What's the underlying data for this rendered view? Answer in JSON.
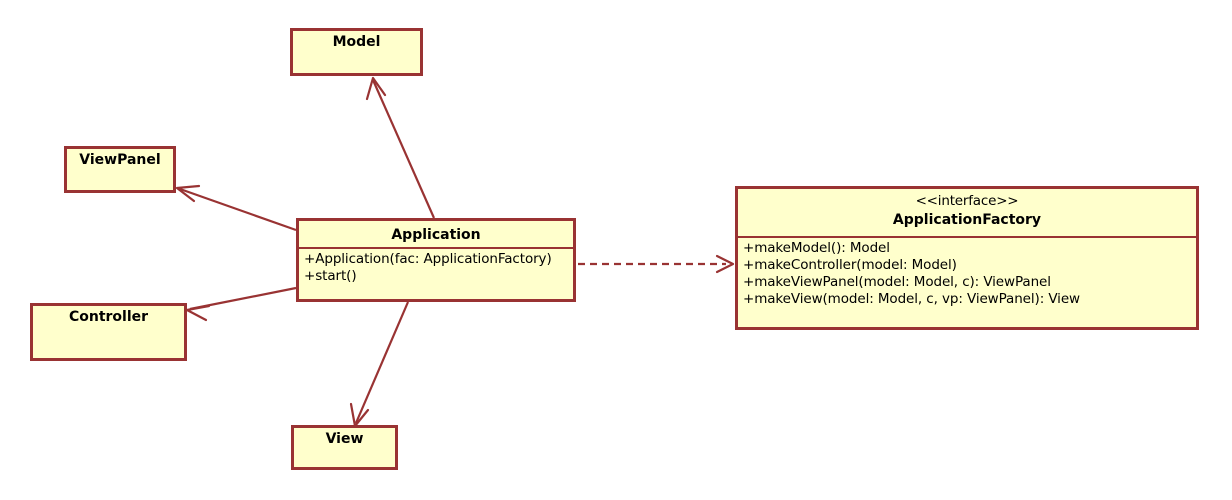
{
  "diagram": {
    "type": "uml-class-diagram",
    "title": "Application / ApplicationFactory MVC class diagram",
    "colors": {
      "node_fill": "#ffffcc",
      "node_border": "#993333",
      "edge": "#993333",
      "background": "#ffffff",
      "text": "#000000"
    },
    "nodes": [
      {
        "id": "model",
        "name": "Model",
        "stereotype": "",
        "members": []
      },
      {
        "id": "viewpanel",
        "name": "ViewPanel",
        "stereotype": "",
        "members": []
      },
      {
        "id": "controller",
        "name": "Controller",
        "stereotype": "",
        "members": []
      },
      {
        "id": "application",
        "name": "Application",
        "stereotype": "",
        "members": [
          "+Application(fac: ApplicationFactory)",
          "+start()"
        ]
      },
      {
        "id": "view",
        "name": "View",
        "stereotype": "",
        "members": []
      },
      {
        "id": "factory",
        "name": "ApplicationFactory",
        "stereotype": "<<interface>>",
        "members": [
          "+makeModel(): Model",
          "+makeController(model: Model)",
          "+makeViewPanel(model: Model, c): ViewPanel",
          "+makeView(model: Model, c, vp: ViewPanel): View"
        ]
      }
    ],
    "edges": [
      {
        "id": "application-to-model",
        "from": "application",
        "to": "model",
        "style": "solid",
        "arrow": "open",
        "label": ""
      },
      {
        "id": "application-to-viewpanel",
        "from": "application",
        "to": "viewpanel",
        "style": "solid",
        "arrow": "open",
        "label": ""
      },
      {
        "id": "application-to-controller",
        "from": "application",
        "to": "controller",
        "style": "solid",
        "arrow": "open",
        "label": ""
      },
      {
        "id": "application-to-view",
        "from": "application",
        "to": "view",
        "style": "solid",
        "arrow": "open",
        "label": ""
      },
      {
        "id": "application-to-factory",
        "from": "application",
        "to": "factory",
        "style": "dashed",
        "arrow": "open",
        "label": ""
      }
    ]
  }
}
